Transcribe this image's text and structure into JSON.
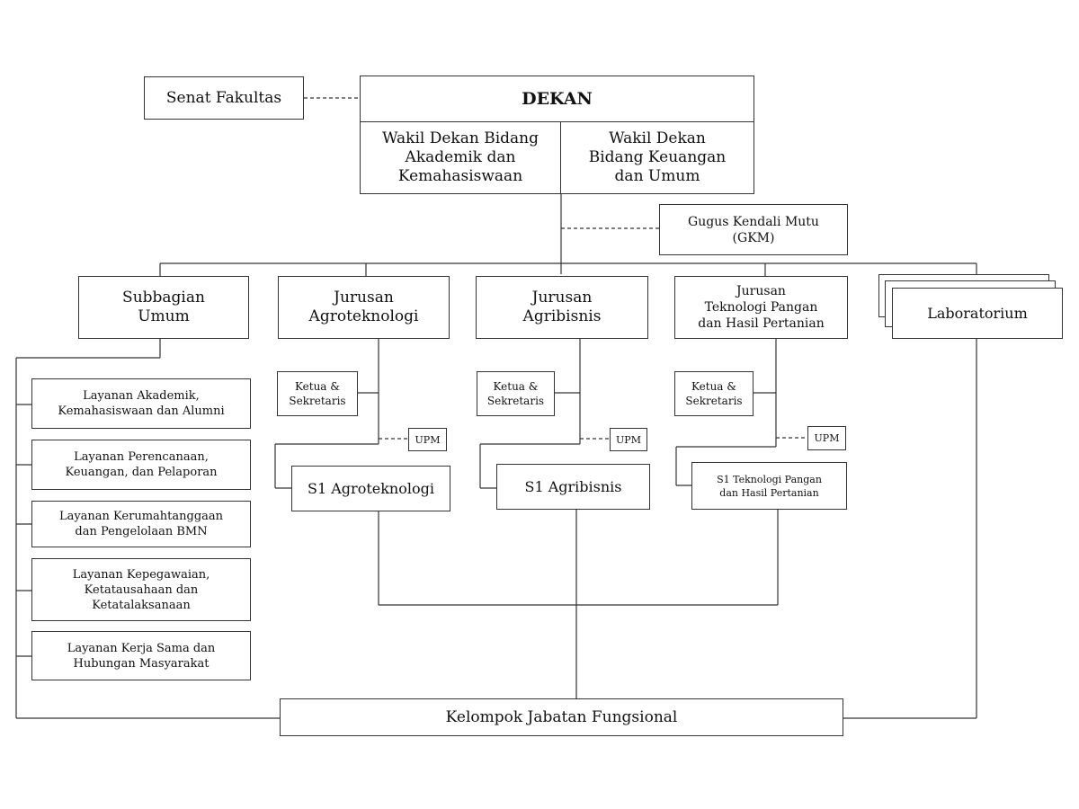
{
  "org": {
    "senat": "Senat Fakultas",
    "dekan": "DEKAN",
    "wd1": "Wakil Dekan Bidang\nAkademik dan\nKemahasiswaan",
    "wd2": "Wakil Dekan\nBidang Keuangan\ndan Umum",
    "gkm": "Gugus Kendali Mutu\n(GKM)",
    "subbagian": "Subbagian\nUmum",
    "jur_agrotek": "Jurusan\nAgroteknologi",
    "jur_agribis": "Jurusan\nAgribisnis",
    "jur_tekpangan": "Jurusan\nTeknologi Pangan\ndan Hasil Pertanian",
    "lab": "Laboratorium",
    "layanan": [
      "Layanan Akademik,\nKemahasiswaan dan Alumni",
      "Layanan Perencanaan,\nKeuangan, dan Pelaporan",
      "Layanan Kerumahtanggaan\ndan Pengelolaan BMN",
      "Layanan Kepegawaian,\nKetatausahaan dan\nKetatalaksanaan",
      "Layanan Kerja Sama dan\nHubungan Masyarakat"
    ],
    "ketua": "Ketua &\nSekretaris",
    "upm": "UPM",
    "s1_agrotek": "S1 Agroteknologi",
    "s1_agribis": "S1 Agribisnis",
    "s1_tekpangan": "S1 Teknologi Pangan\ndan Hasil Pertanian",
    "kjf": "Kelompok Jabatan Fungsional"
  }
}
